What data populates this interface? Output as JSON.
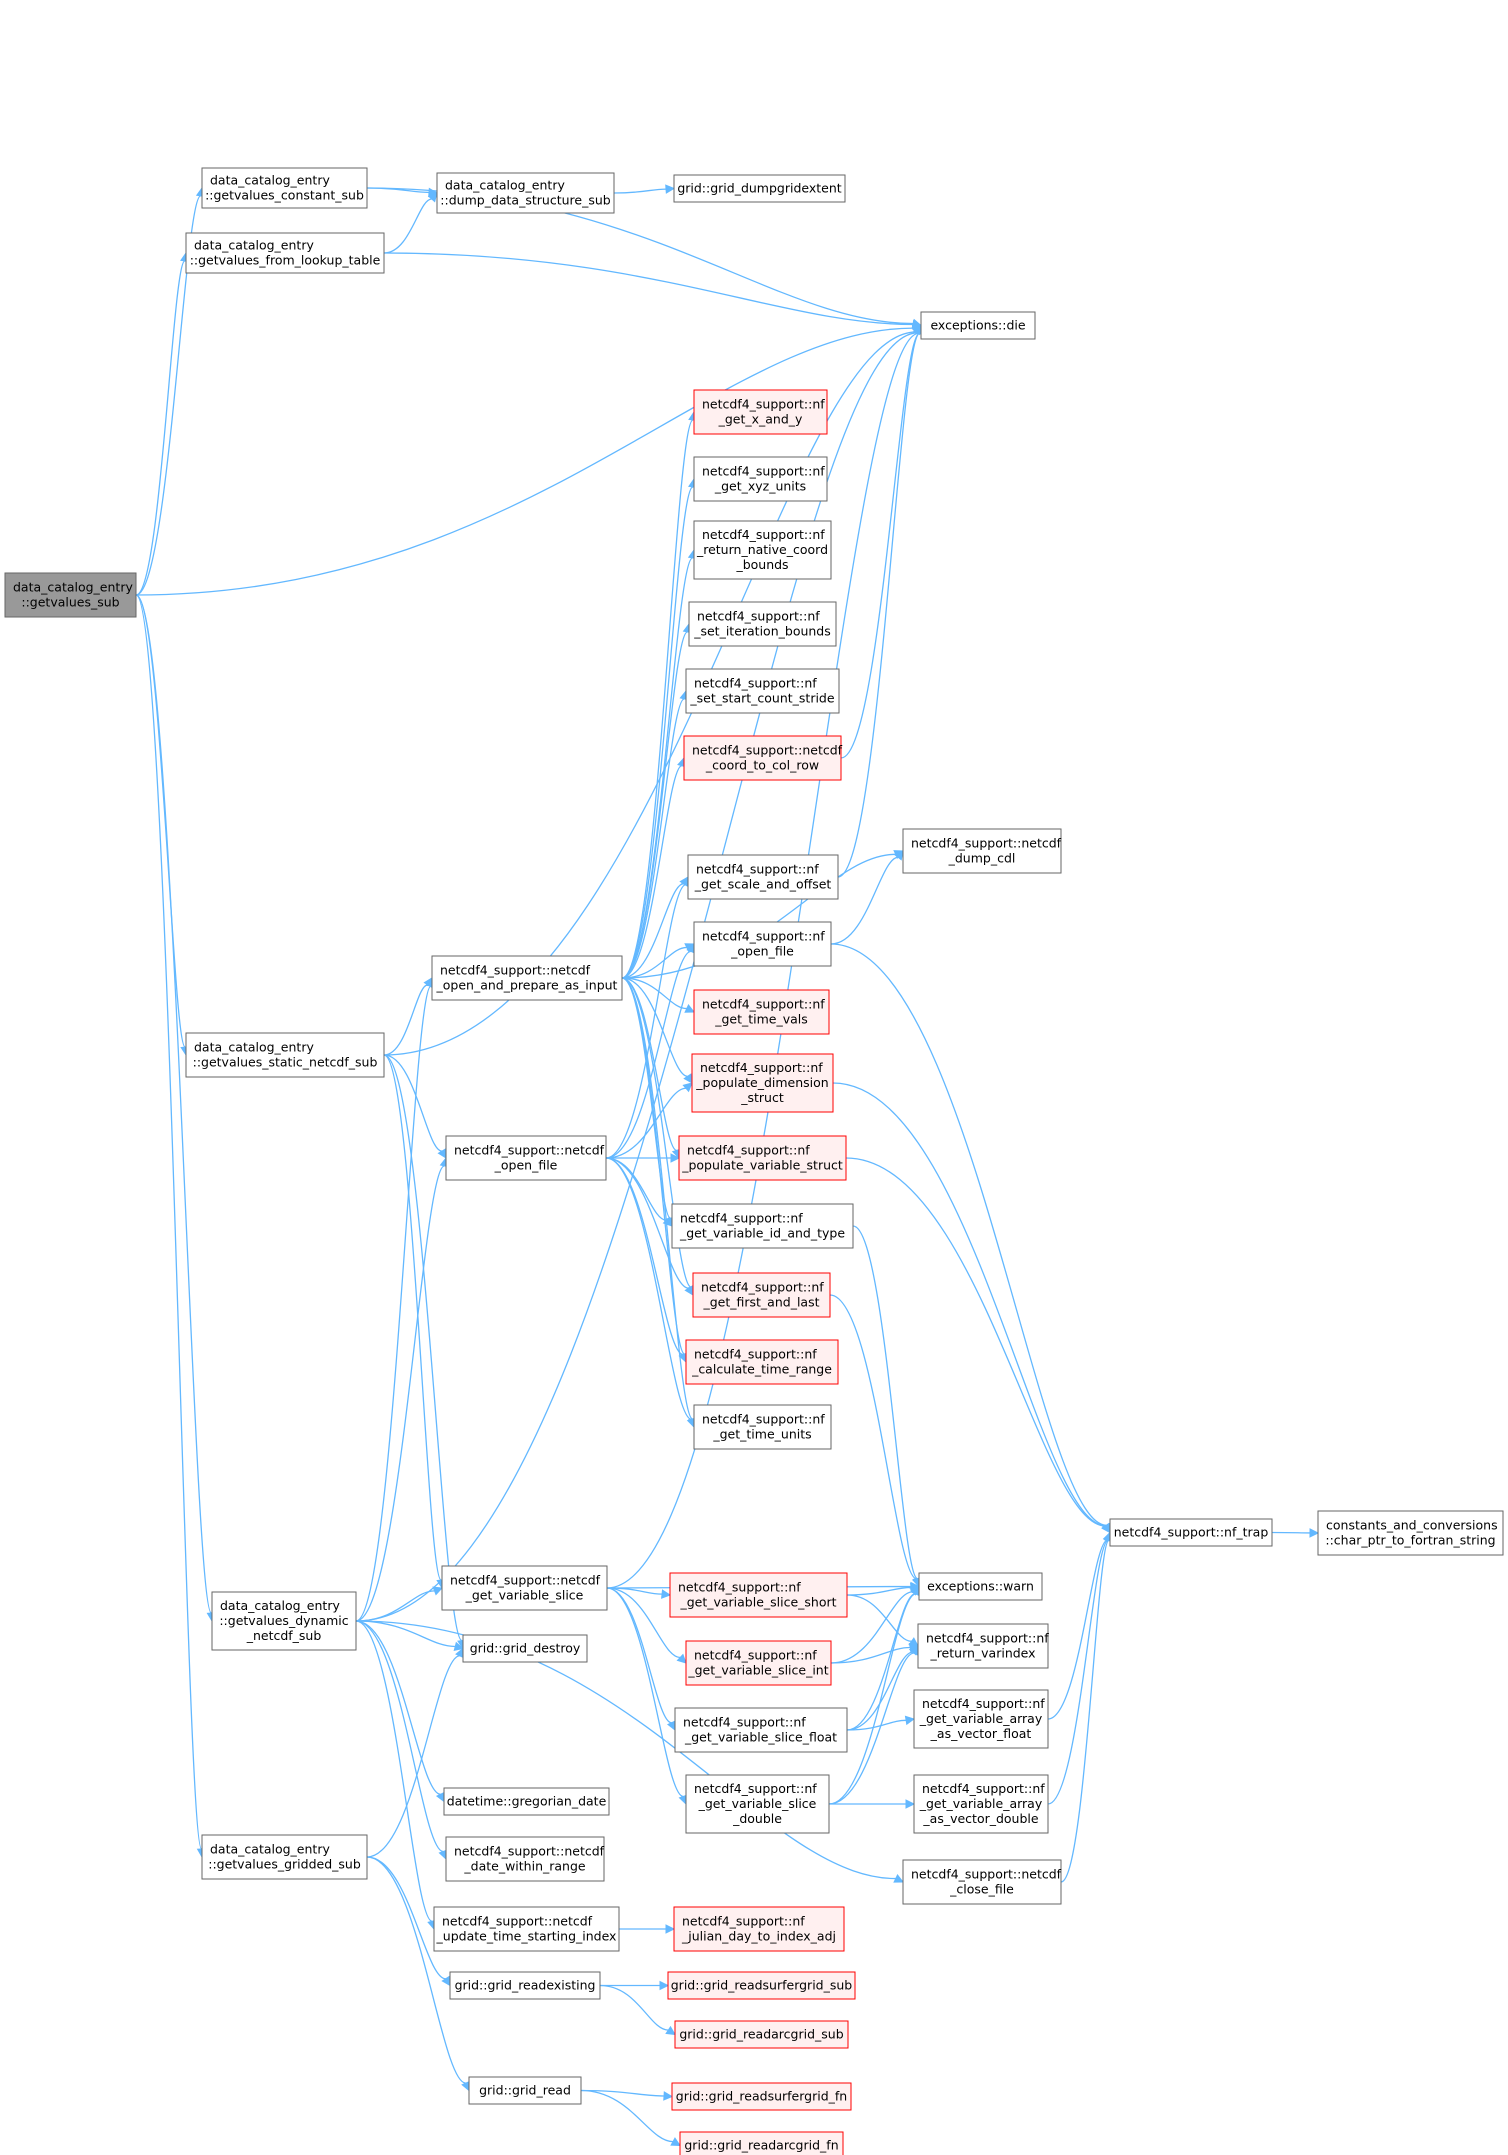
{
  "colors": {
    "edge": "#63b8ff",
    "node_fill": "#ffffff",
    "node_stroke": "#666666",
    "truncated_fill": "#fff0f0",
    "truncated_stroke": "#ff0000",
    "root_fill": "#999999",
    "root_stroke": "#666666"
  },
  "nodes": [
    {
      "id": "root",
      "kind": "root",
      "lines": [
        "data_catalog_entry",
        "::getvalues_sub"
      ]
    },
    {
      "id": "const",
      "kind": "normal",
      "lines": [
        "data_catalog_entry",
        "::getvalues_constant_sub"
      ]
    },
    {
      "id": "lookup",
      "kind": "normal",
      "lines": [
        "data_catalog_entry",
        "::getvalues_from_lookup_table"
      ]
    },
    {
      "id": "dumpds",
      "kind": "normal",
      "lines": [
        "data_catalog_entry",
        "::dump_data_structure_sub"
      ]
    },
    {
      "id": "dumpext",
      "kind": "normal",
      "lines": [
        "grid::grid_dumpgridextent"
      ]
    },
    {
      "id": "die",
      "kind": "normal",
      "lines": [
        "exceptions::die"
      ]
    },
    {
      "id": "getxy",
      "kind": "truncated",
      "lines": [
        "netcdf4_support::nf",
        "_get_x_and_y"
      ]
    },
    {
      "id": "xyzunits",
      "kind": "normal",
      "lines": [
        "netcdf4_support::nf",
        "_get_xyz_units"
      ]
    },
    {
      "id": "retnative",
      "kind": "normal",
      "lines": [
        "netcdf4_support::nf",
        "_return_native_coord",
        "_bounds"
      ]
    },
    {
      "id": "setiter",
      "kind": "normal",
      "lines": [
        "netcdf4_support::nf",
        "_set_iteration_bounds"
      ]
    },
    {
      "id": "setstart",
      "kind": "normal",
      "lines": [
        "netcdf4_support::nf",
        "_set_start_count_stride"
      ]
    },
    {
      "id": "coordcr",
      "kind": "truncated",
      "lines": [
        "netcdf4_support::netcdf",
        "_coord_to_col_row"
      ]
    },
    {
      "id": "dumpcdl",
      "kind": "normal",
      "lines": [
        "netcdf4_support::netcdf",
        "_dump_cdl"
      ]
    },
    {
      "id": "scaleoff",
      "kind": "normal",
      "lines": [
        "netcdf4_support::nf",
        "_get_scale_and_offset"
      ]
    },
    {
      "id": "nfopen",
      "kind": "normal",
      "lines": [
        "netcdf4_support::nf",
        "_open_file"
      ]
    },
    {
      "id": "openprep",
      "kind": "normal",
      "lines": [
        "netcdf4_support::netcdf",
        "_open_and_prepare_as_input"
      ]
    },
    {
      "id": "timevals",
      "kind": "truncated",
      "lines": [
        "netcdf4_support::nf",
        "_get_time_vals"
      ]
    },
    {
      "id": "staticnc",
      "kind": "normal",
      "lines": [
        "data_catalog_entry",
        "::getvalues_static_netcdf_sub"
      ]
    },
    {
      "id": "popdim",
      "kind": "truncated",
      "lines": [
        "netcdf4_support::nf",
        "_populate_dimension",
        "_struct"
      ]
    },
    {
      "id": "ncopen",
      "kind": "normal",
      "lines": [
        "netcdf4_support::netcdf",
        "_open_file"
      ]
    },
    {
      "id": "popvar",
      "kind": "truncated",
      "lines": [
        "netcdf4_support::nf",
        "_populate_variable_struct"
      ]
    },
    {
      "id": "varidtype",
      "kind": "normal",
      "lines": [
        "netcdf4_support::nf",
        "_get_variable_id_and_type"
      ]
    },
    {
      "id": "firstlast",
      "kind": "truncated",
      "lines": [
        "netcdf4_support::nf",
        "_get_first_and_last"
      ]
    },
    {
      "id": "calctime",
      "kind": "truncated",
      "lines": [
        "netcdf4_support::nf",
        "_calculate_time_range"
      ]
    },
    {
      "id": "timeunits",
      "kind": "normal",
      "lines": [
        "netcdf4_support::nf",
        "_get_time_units"
      ]
    },
    {
      "id": "nftrap",
      "kind": "normal",
      "lines": [
        "netcdf4_support::nf_trap"
      ]
    },
    {
      "id": "charptr",
      "kind": "normal",
      "lines": [
        "constants_and_conversions",
        "::char_ptr_to_fortran_string"
      ]
    },
    {
      "id": "dynnc",
      "kind": "normal",
      "lines": [
        "data_catalog_entry",
        "::getvalues_dynamic",
        "_netcdf_sub"
      ]
    },
    {
      "id": "varslice",
      "kind": "normal",
      "lines": [
        "netcdf4_support::netcdf",
        "_get_variable_slice"
      ]
    },
    {
      "id": "sliceshort",
      "kind": "truncated",
      "lines": [
        "netcdf4_support::nf",
        "_get_variable_slice_short"
      ]
    },
    {
      "id": "warn",
      "kind": "normal",
      "lines": [
        "exceptions::warn"
      ]
    },
    {
      "id": "gdestroy",
      "kind": "normal",
      "lines": [
        "grid::grid_destroy"
      ]
    },
    {
      "id": "sliceint",
      "kind": "truncated",
      "lines": [
        "netcdf4_support::nf",
        "_get_variable_slice_int"
      ]
    },
    {
      "id": "retvarindex",
      "kind": "normal",
      "lines": [
        "netcdf4_support::nf",
        "_return_varindex"
      ]
    },
    {
      "id": "slicefloat",
      "kind": "normal",
      "lines": [
        "netcdf4_support::nf",
        "_get_variable_slice_float"
      ]
    },
    {
      "id": "arrfloat",
      "kind": "normal",
      "lines": [
        "netcdf4_support::nf",
        "_get_variable_array",
        "_as_vector_float"
      ]
    },
    {
      "id": "slicedouble",
      "kind": "normal",
      "lines": [
        "netcdf4_support::nf",
        "_get_variable_slice",
        "_double"
      ]
    },
    {
      "id": "arrdouble",
      "kind": "normal",
      "lines": [
        "netcdf4_support::nf",
        "_get_variable_array",
        "_as_vector_double"
      ]
    },
    {
      "id": "gregorian",
      "kind": "normal",
      "lines": [
        "datetime::gregorian_date"
      ]
    },
    {
      "id": "gridded",
      "kind": "normal",
      "lines": [
        "data_catalog_entry",
        "::getvalues_gridded_sub"
      ]
    },
    {
      "id": "daterange",
      "kind": "normal",
      "lines": [
        "netcdf4_support::netcdf",
        "_date_within_range"
      ]
    },
    {
      "id": "closefile",
      "kind": "normal",
      "lines": [
        "netcdf4_support::netcdf",
        "_close_file"
      ]
    },
    {
      "id": "updtime",
      "kind": "normal",
      "lines": [
        "netcdf4_support::netcdf",
        "_update_time_starting_index"
      ]
    },
    {
      "id": "julian",
      "kind": "truncated",
      "lines": [
        "netcdf4_support::nf",
        "_julian_day_to_index_adj"
      ]
    },
    {
      "id": "readexist",
      "kind": "normal",
      "lines": [
        "grid::grid_readexisting"
      ]
    },
    {
      "id": "rsurfsub",
      "kind": "truncated",
      "lines": [
        "grid::grid_readsurfergrid_sub"
      ]
    },
    {
      "id": "rarcsub",
      "kind": "truncated",
      "lines": [
        "grid::grid_readarcgrid_sub"
      ]
    },
    {
      "id": "gread",
      "kind": "normal",
      "lines": [
        "grid::grid_read"
      ]
    },
    {
      "id": "rsurffn",
      "kind": "truncated",
      "lines": [
        "grid::grid_readsurfergrid_fn"
      ]
    },
    {
      "id": "rarcfn",
      "kind": "truncated",
      "lines": [
        "grid::grid_readarcgrid_fn"
      ]
    }
  ],
  "edges": [
    [
      "root",
      "die"
    ],
    [
      "root",
      "const"
    ],
    [
      "root",
      "lookup"
    ],
    [
      "root",
      "staticnc"
    ],
    [
      "root",
      "dynnc"
    ],
    [
      "root",
      "gridded"
    ],
    [
      "const",
      "die"
    ],
    [
      "const",
      "dumpds"
    ],
    [
      "lookup",
      "dumpds"
    ],
    [
      "lookup",
      "die"
    ],
    [
      "dumpds",
      "dumpext"
    ],
    [
      "staticnc",
      "die"
    ],
    [
      "staticnc",
      "openprep"
    ],
    [
      "staticnc",
      "ncopen"
    ],
    [
      "staticnc",
      "varslice"
    ],
    [
      "staticnc",
      "gdestroy"
    ],
    [
      "dynnc",
      "die"
    ],
    [
      "dynnc",
      "openprep"
    ],
    [
      "dynnc",
      "ncopen"
    ],
    [
      "dynnc",
      "varslice"
    ],
    [
      "dynnc",
      "gdestroy"
    ],
    [
      "dynnc",
      "gregorian"
    ],
    [
      "dynnc",
      "daterange"
    ],
    [
      "dynnc",
      "updtime"
    ],
    [
      "dynnc",
      "closefile"
    ],
    [
      "gridded",
      "gdestroy"
    ],
    [
      "gridded",
      "readexist"
    ],
    [
      "gridded",
      "gread"
    ],
    [
      "openprep",
      "getxy"
    ],
    [
      "openprep",
      "xyzunits"
    ],
    [
      "openprep",
      "retnative"
    ],
    [
      "openprep",
      "setiter"
    ],
    [
      "openprep",
      "setstart"
    ],
    [
      "openprep",
      "coordcr"
    ],
    [
      "openprep",
      "dumpcdl"
    ],
    [
      "openprep",
      "scaleoff"
    ],
    [
      "openprep",
      "nfopen"
    ],
    [
      "openprep",
      "timevals"
    ],
    [
      "openprep",
      "popdim"
    ],
    [
      "openprep",
      "popvar"
    ],
    [
      "openprep",
      "varidtype"
    ],
    [
      "openprep",
      "firstlast"
    ],
    [
      "openprep",
      "calctime"
    ],
    [
      "openprep",
      "timeunits"
    ],
    [
      "ncopen",
      "scaleoff"
    ],
    [
      "ncopen",
      "nfopen"
    ],
    [
      "ncopen",
      "popdim"
    ],
    [
      "ncopen",
      "popvar"
    ],
    [
      "ncopen",
      "varidtype"
    ],
    [
      "ncopen",
      "firstlast"
    ],
    [
      "ncopen",
      "calctime"
    ],
    [
      "ncopen",
      "timeunits"
    ],
    [
      "coordcr",
      "die"
    ],
    [
      "scaleoff",
      "die"
    ],
    [
      "nfopen",
      "dumpcdl"
    ],
    [
      "nfopen",
      "nftrap"
    ],
    [
      "popdim",
      "nftrap"
    ],
    [
      "popvar",
      "nftrap"
    ],
    [
      "varidtype",
      "warn"
    ],
    [
      "firstlast",
      "warn"
    ],
    [
      "nftrap",
      "charptr"
    ],
    [
      "varslice",
      "die"
    ],
    [
      "varslice",
      "warn"
    ],
    [
      "varslice",
      "sliceshort"
    ],
    [
      "varslice",
      "sliceint"
    ],
    [
      "varslice",
      "slicefloat"
    ],
    [
      "varslice",
      "slicedouble"
    ],
    [
      "sliceshort",
      "warn"
    ],
    [
      "sliceshort",
      "retvarindex"
    ],
    [
      "sliceint",
      "warn"
    ],
    [
      "sliceint",
      "retvarindex"
    ],
    [
      "slicefloat",
      "warn"
    ],
    [
      "slicefloat",
      "retvarindex"
    ],
    [
      "slicefloat",
      "arrfloat"
    ],
    [
      "slicedouble",
      "warn"
    ],
    [
      "slicedouble",
      "retvarindex"
    ],
    [
      "slicedouble",
      "arrdouble"
    ],
    [
      "arrfloat",
      "nftrap"
    ],
    [
      "arrdouble",
      "nftrap"
    ],
    [
      "closefile",
      "nftrap"
    ],
    [
      "updtime",
      "julian"
    ],
    [
      "readexist",
      "rsurfsub"
    ],
    [
      "readexist",
      "rarcsub"
    ],
    [
      "gread",
      "rsurffn"
    ],
    [
      "gread",
      "rarcfn"
    ]
  ]
}
